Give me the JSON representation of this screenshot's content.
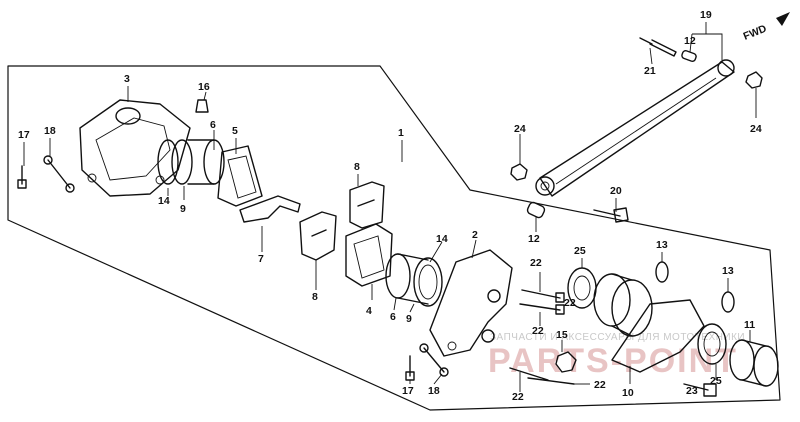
{
  "direction_label": "FWD",
  "labels": {
    "l1": "1",
    "l2": "2",
    "l3": "3",
    "l4": "4",
    "l5": "5",
    "l6a": "6",
    "l6b": "6",
    "l7": "7",
    "l8a": "8",
    "l8b": "8",
    "l9a": "9",
    "l9b": "9",
    "l10": "10",
    "l11": "11",
    "l12a": "12",
    "l12b": "12",
    "l13a": "13",
    "l13b": "13",
    "l14a": "14",
    "l14b": "14",
    "l15": "15",
    "l16": "16",
    "l17a": "17",
    "l17b": "17",
    "l18a": "18",
    "l18b": "18",
    "l19": "19",
    "l20": "20",
    "l21": "21",
    "l22a": "22",
    "l22b": "22",
    "l22c": "22",
    "l22d": "22",
    "l22e": "22",
    "l23": "23",
    "l24a": "24",
    "l24b": "24",
    "l25a": "25",
    "l25b": "25"
  },
  "watermark": {
    "line1": "ЗАПЧАСТИ И АКСЕССУАРЫ ДЛЯ МОТОТЕХНИКИ",
    "brand": "PARTS-POINT"
  }
}
